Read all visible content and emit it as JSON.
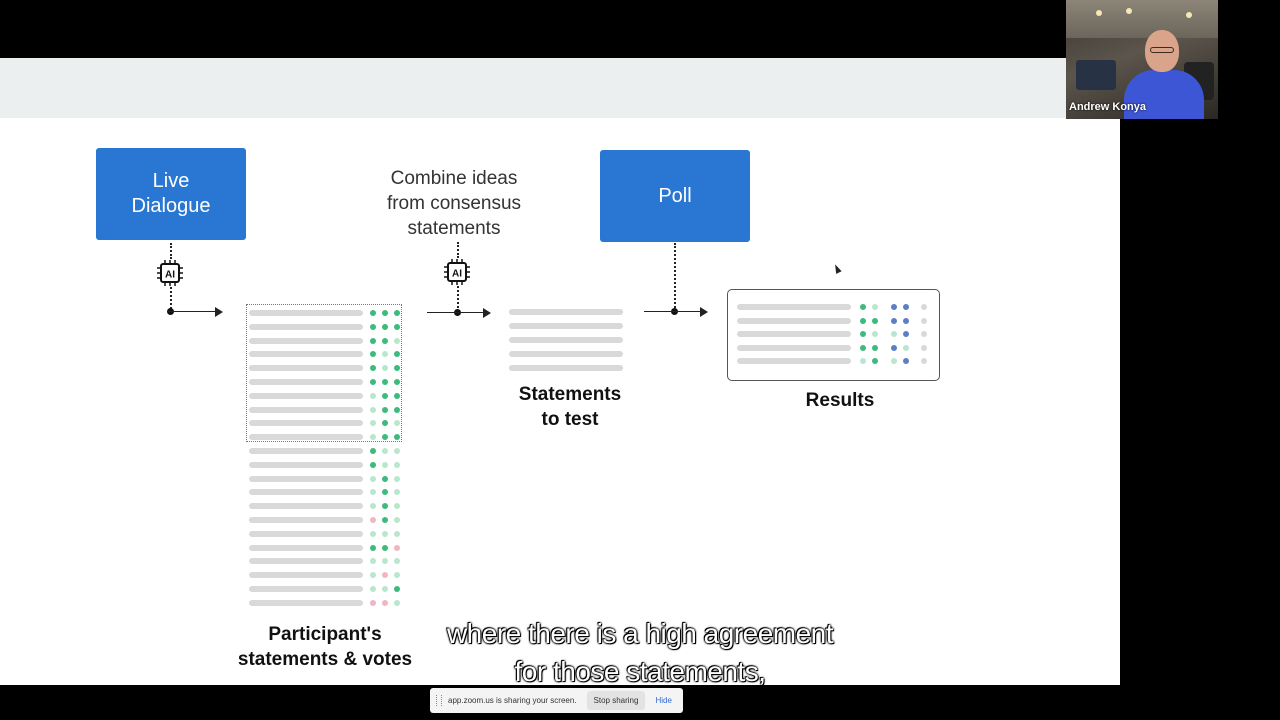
{
  "participant": {
    "name": "Andrew Konya"
  },
  "diagram": {
    "live_dialogue": "Live\nDialogue",
    "combine_ideas": "Combine ideas\nfrom consensus\nstatements",
    "poll": "Poll",
    "statements_to_test": "Statements\nto test",
    "results": "Results",
    "participants_statements": "Participant's\nstatements & votes",
    "ai_chip": "AI"
  },
  "subtitle": {
    "line1": "where there is a high agreement",
    "line2": "for those statements,"
  },
  "share_bar": {
    "status": "app.zoom.us is sharing your screen.",
    "stop_label": "Stop sharing",
    "hide_label": "Hide"
  },
  "colors": {
    "accent_blue": "#2977d3",
    "vote_green": "#3dbb7c",
    "vote_light_green": "#b9e6cc",
    "vote_pink": "#f0b6c4",
    "vote_blue": "#5b7fc4"
  }
}
